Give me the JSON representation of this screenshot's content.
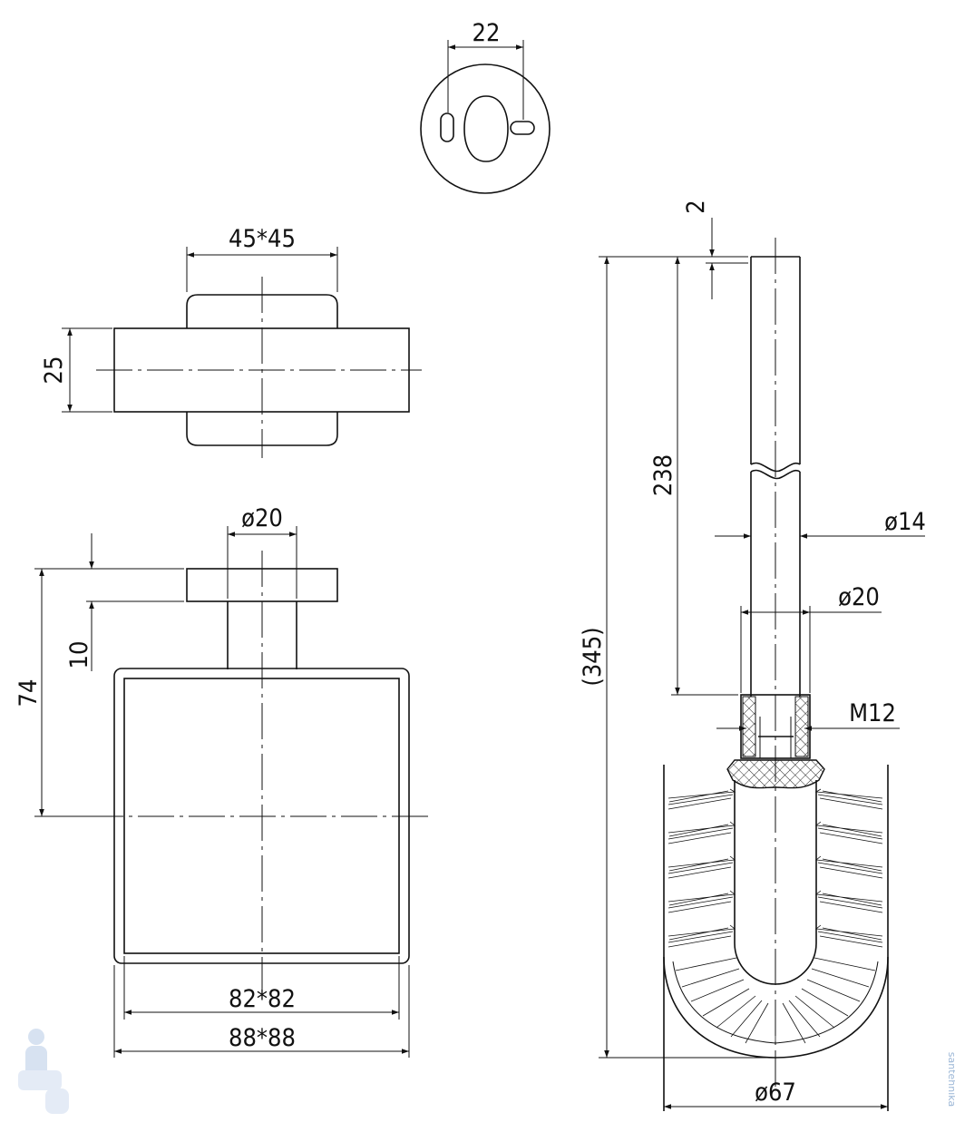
{
  "drawing": {
    "mount_plate": {
      "dim_slot_spacing": "22"
    },
    "holder_top_view": {
      "dim_base": "45*45",
      "dim_height": "25"
    },
    "holder_side_view": {
      "dim_post": "ø20",
      "dim_cap": "10",
      "dim_total": "74",
      "dim_inner": "82*82",
      "dim_outer": "88*88"
    },
    "brush": {
      "dim_top_gap": "2",
      "dim_handle_length": "238",
      "dim_total_length": "(345)",
      "dim_handle_diameter": "ø14",
      "dim_collar_diameter": "ø20",
      "dim_thread": "M12",
      "dim_head_diameter": "ø67"
    },
    "watermark": "santehnika"
  }
}
